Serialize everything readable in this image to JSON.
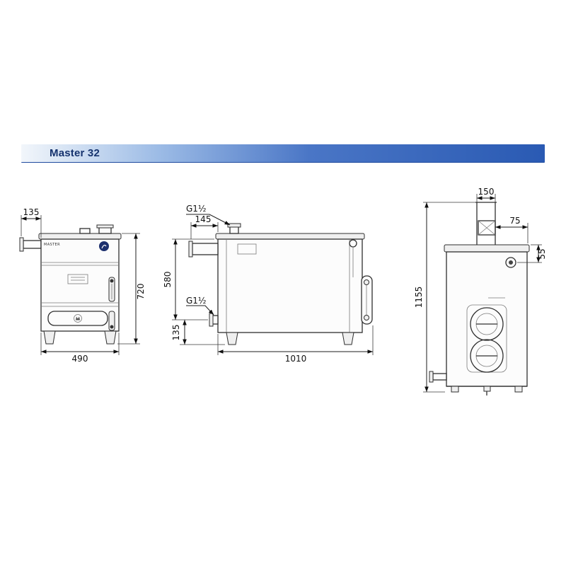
{
  "header": {
    "title": "Master 32"
  },
  "front": {
    "dim_offset": "135",
    "dim_height": "720",
    "dim_width": "490",
    "brand": "MASTER"
  },
  "side": {
    "fitting_top": "G1½",
    "dim_fitting_offset": "145",
    "dim_upper": "580",
    "fitting_bottom": "G1½",
    "dim_lower": "135",
    "dim_depth": "1010"
  },
  "rear": {
    "dim_flue_width": "150",
    "dim_flue_to_edge": "75",
    "dim_valve_offset": "55",
    "dim_total_height": "1155"
  }
}
